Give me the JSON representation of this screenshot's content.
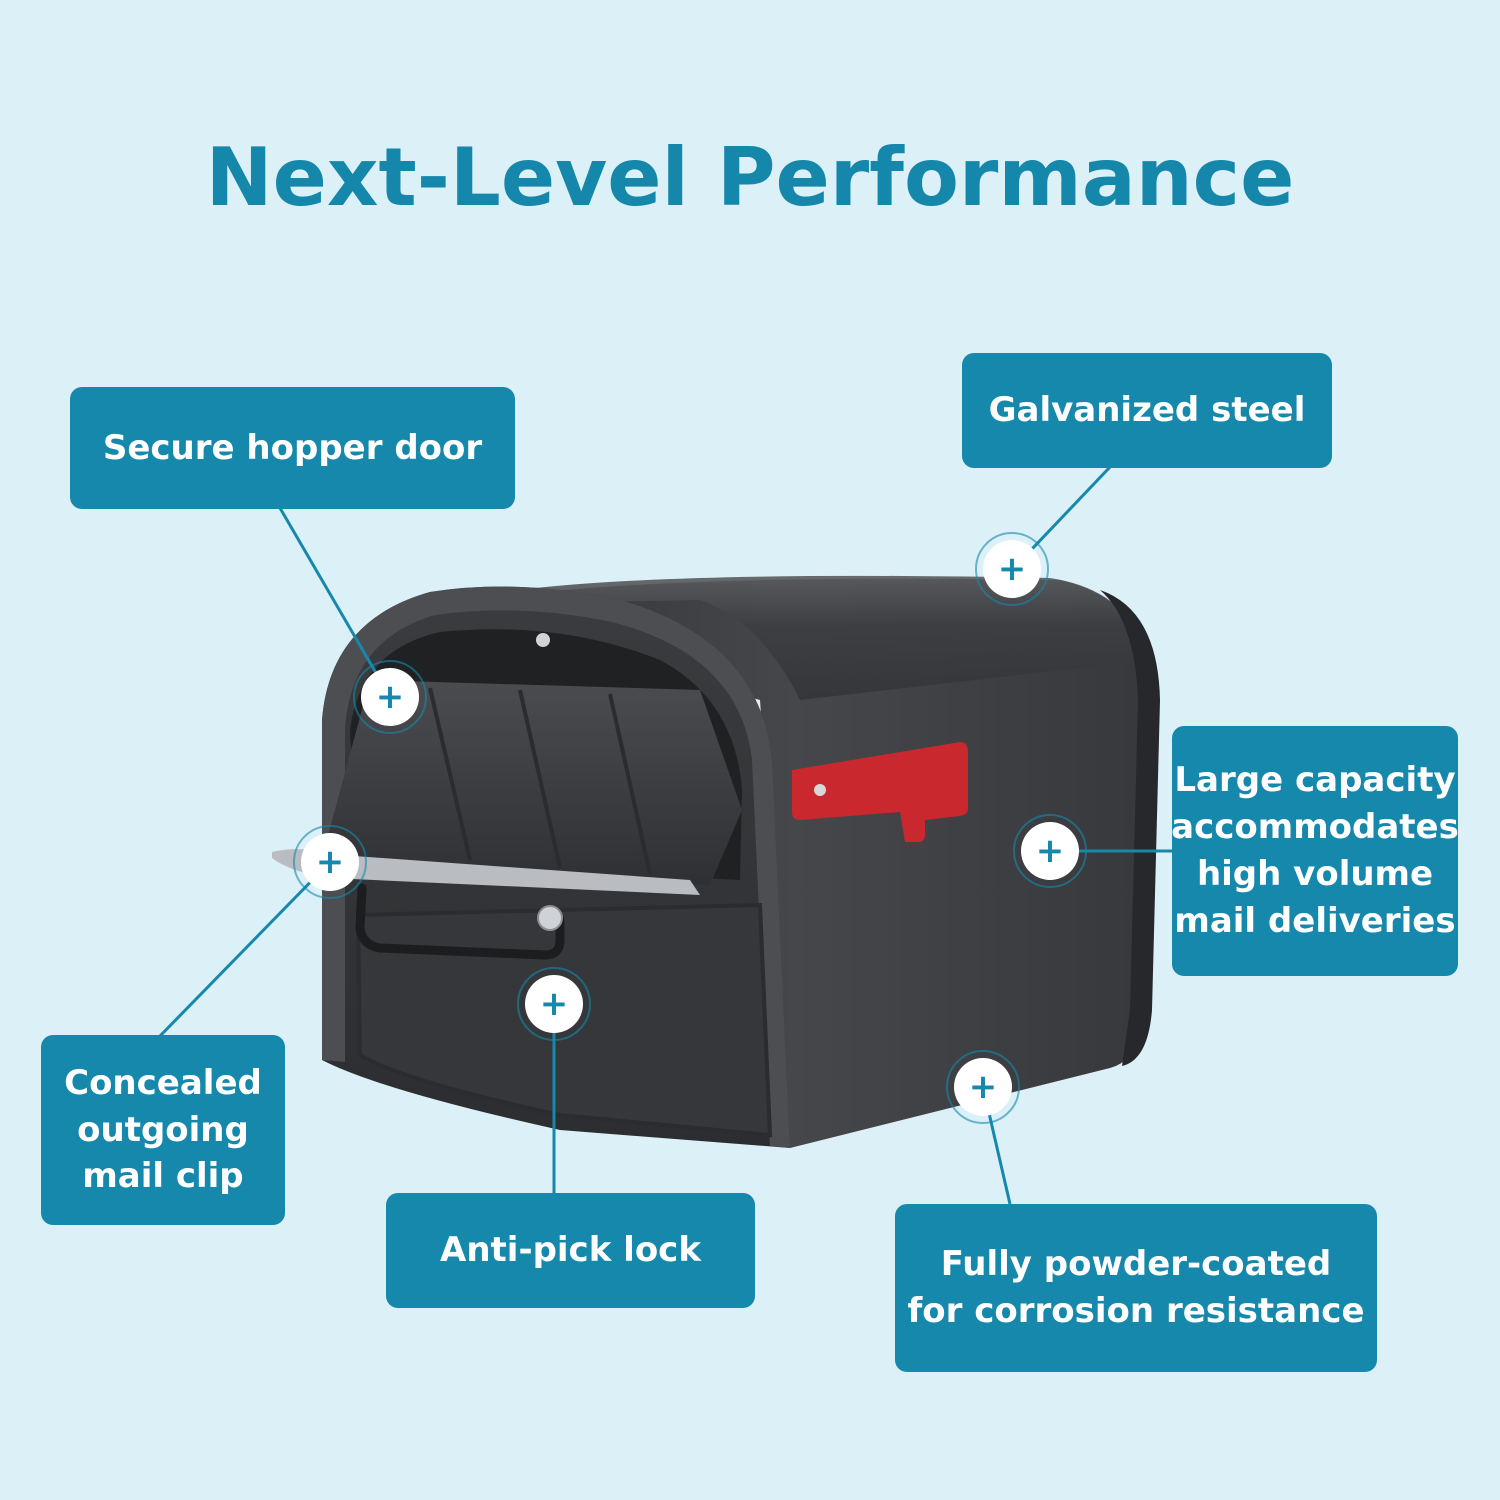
{
  "title": "Next-Level Performance",
  "colors": {
    "background": "#dcf0f8",
    "accent": "#1588ac",
    "mailbox_body": "#3b3d40",
    "flag": "#c9282f",
    "label_text": "#ffffff"
  },
  "callouts": {
    "hopper_door": [
      "Secure hopper door"
    ],
    "galvanized": [
      "Galvanized steel"
    ],
    "capacity": [
      "Large capacity",
      "accommodates",
      "high volume",
      "mail deliveries"
    ],
    "mail_clip": [
      "Concealed",
      "outgoing",
      "mail clip"
    ],
    "lock": [
      "Anti-pick lock"
    ],
    "powder": [
      "Fully powder-coated",
      "for corrosion resistance"
    ]
  },
  "hotspot_icon": "plus-icon",
  "hotspot_symbol": "+"
}
